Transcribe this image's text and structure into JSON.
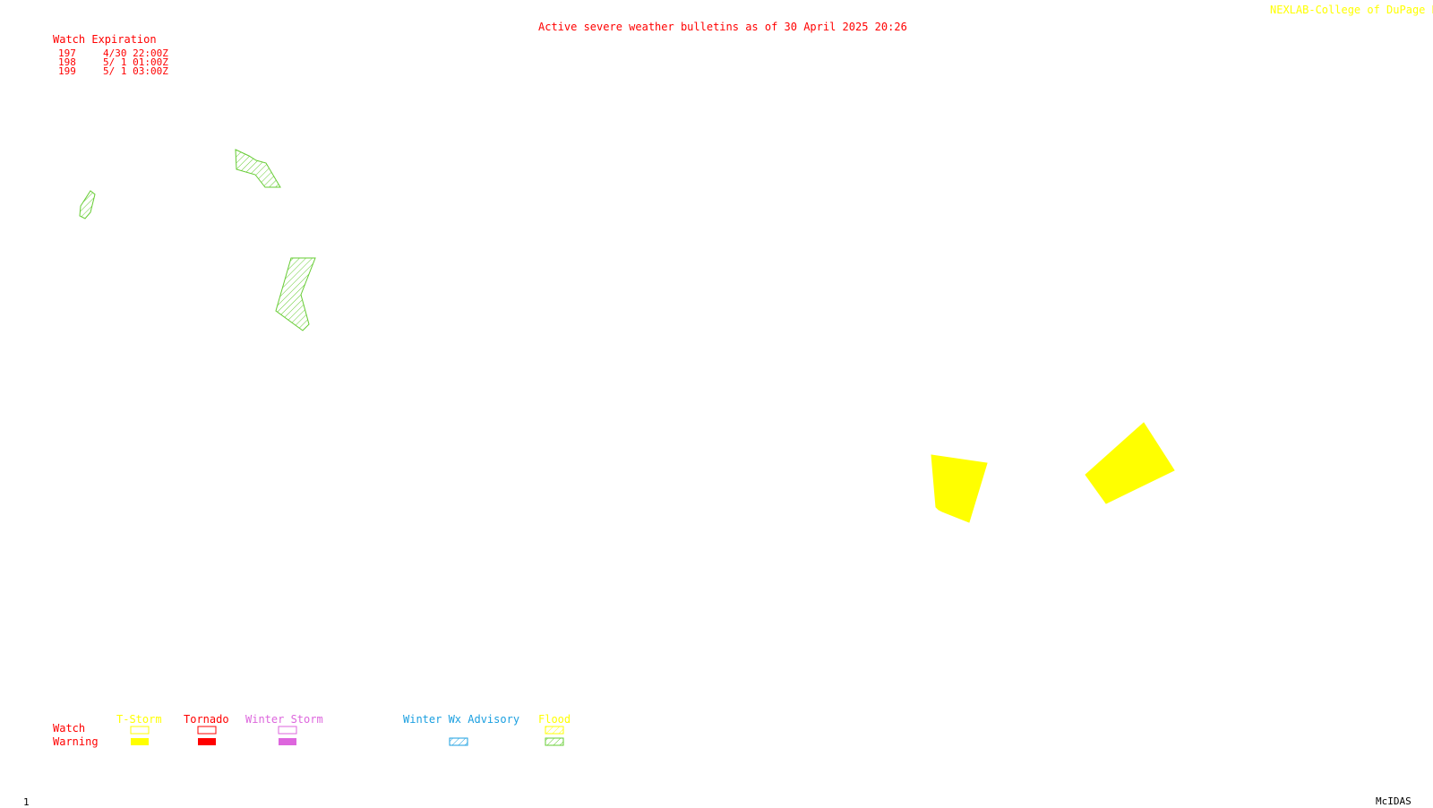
{
  "header": {
    "title": "Active severe weather bulletins as of 30 April 2025 20:26",
    "credit": "NEXLAB-College of DuPage R"
  },
  "watch_table": {
    "heading": "Watch Expiration",
    "rows": [
      {
        "id": "197",
        "expires": "4/30 22:00Z"
      },
      {
        "id": "198",
        "expires": "5/ 1 01:00Z"
      },
      {
        "id": "199",
        "expires": "5/ 1 03:00Z"
      }
    ]
  },
  "legend": {
    "row_labels": {
      "watch": "Watch",
      "warning": "Warning"
    },
    "columns": [
      {
        "label": "T-Storm",
        "color": "#ffff00",
        "watch_style": "outline",
        "warning_style": "solid"
      },
      {
        "label": "Tornado",
        "color": "#ff0000",
        "watch_style": "outline",
        "warning_style": "solid"
      },
      {
        "label": "Winter Storm",
        "color": "#dd66dd",
        "watch_style": "outline",
        "warning_style": "solid"
      },
      {
        "label": "Winter Wx Advisory",
        "color": "#1a9fe0",
        "watch_style": "none",
        "warning_style": "hatched"
      },
      {
        "label": "Flood",
        "color": "#ffff00",
        "warning_color": "#66cc33",
        "watch_style": "hatched",
        "warning_style": "hatched"
      }
    ]
  },
  "map": {
    "features": [
      {
        "type": "flood-warning",
        "color": "#66cc33",
        "style": "hatched"
      },
      {
        "type": "flood-warning",
        "color": "#66cc33",
        "style": "hatched"
      },
      {
        "type": "flood-warning",
        "color": "#66cc33",
        "style": "hatched"
      },
      {
        "type": "tstorm-warning",
        "color": "#ffff00",
        "style": "solid"
      },
      {
        "type": "tstorm-warning",
        "color": "#ffff00",
        "style": "solid"
      }
    ]
  },
  "footer": {
    "frame": "1",
    "software": "McIDAS"
  }
}
